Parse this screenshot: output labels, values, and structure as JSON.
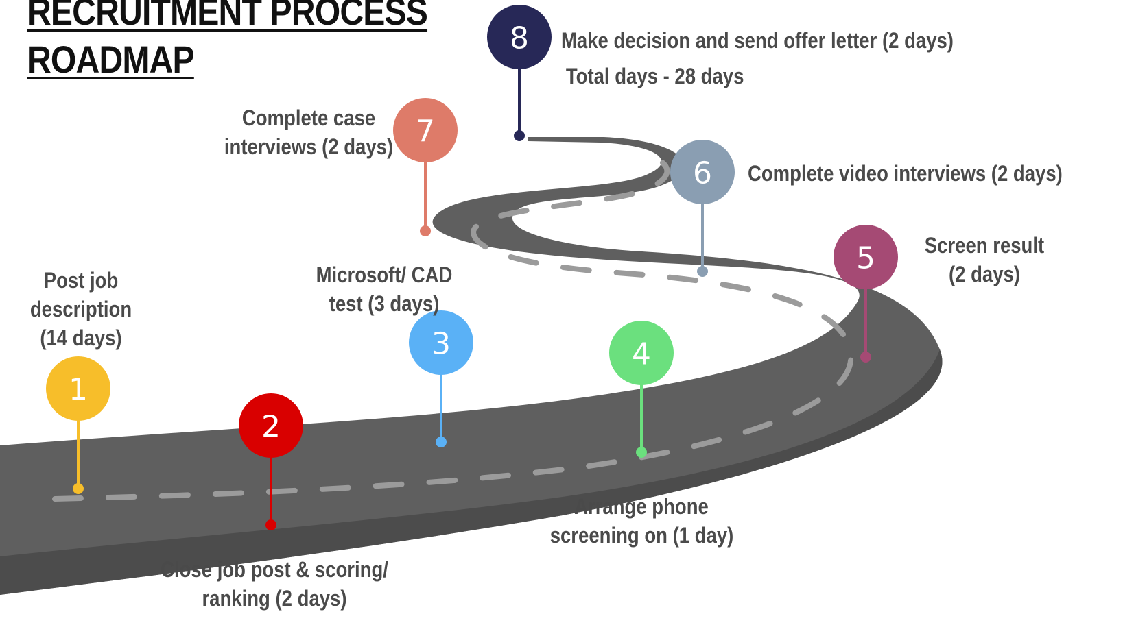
{
  "title": {
    "line1": "RECRUITMENT PROCESS",
    "line2": "ROADMAP"
  },
  "steps": [
    {
      "number": "1",
      "color": "#F7BE2A",
      "lines": [
        "Post job",
        "description",
        "(14 days)"
      ]
    },
    {
      "number": "2",
      "color": "#D90000",
      "lines": [
        "Close job post & scoring/",
        "ranking (2 days)"
      ]
    },
    {
      "number": "3",
      "color": "#5AB1F6",
      "lines": [
        "Microsoft/ CAD",
        "test (3 days)"
      ]
    },
    {
      "number": "4",
      "color": "#6BE07E",
      "lines": [
        "Arrange phone",
        "screening on (1 day)"
      ]
    },
    {
      "number": "5",
      "color": "#A54A74",
      "lines": [
        "Screen result",
        "(2 days)"
      ]
    },
    {
      "number": "6",
      "color": "#8A9EB2",
      "lines": [
        "Complete video interviews (2 days)"
      ]
    },
    {
      "number": "7",
      "color": "#DE7B69",
      "lines": [
        "Complete case",
        "interviews (2 days)"
      ]
    },
    {
      "number": "8",
      "color": "#272857",
      "lines": [
        "Make decision and send offer letter (2 days)",
        "Total days - 28 days"
      ]
    }
  ],
  "road": {
    "surface_color": "#5f5f5f",
    "edge_color": "#4a4a4a",
    "dash_color": "#9b9b9b"
  }
}
